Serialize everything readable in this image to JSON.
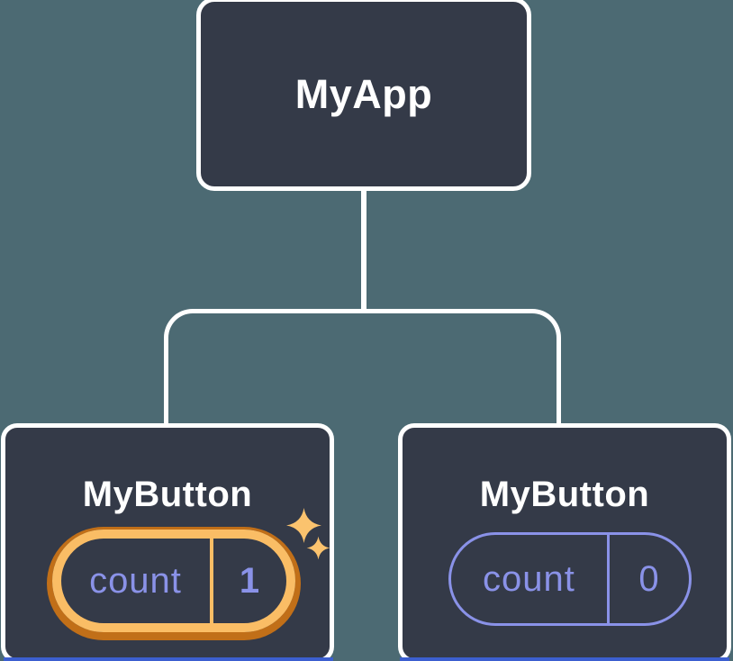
{
  "colors": {
    "background": "#4C6A73",
    "node-fill": "#343A48",
    "node-border": "#FFFFFF",
    "connector": "#FFFFFF",
    "state-purple": "#8A92E8",
    "highlight-orange": "#FABD65",
    "highlight-orange-deep": "#C16F18",
    "sparkle-gold": "#FBC36E",
    "bottom-accent-blue": "#3C5FD0"
  },
  "tree": {
    "root": {
      "label": "MyApp"
    },
    "children": [
      {
        "label": "MyButton",
        "state_key": "count",
        "state_value": "1",
        "highlighted": true
      },
      {
        "label": "MyButton",
        "state_key": "count",
        "state_value": "0",
        "highlighted": false
      }
    ]
  },
  "icons": {
    "sparkles": "four-point-star-pair"
  }
}
